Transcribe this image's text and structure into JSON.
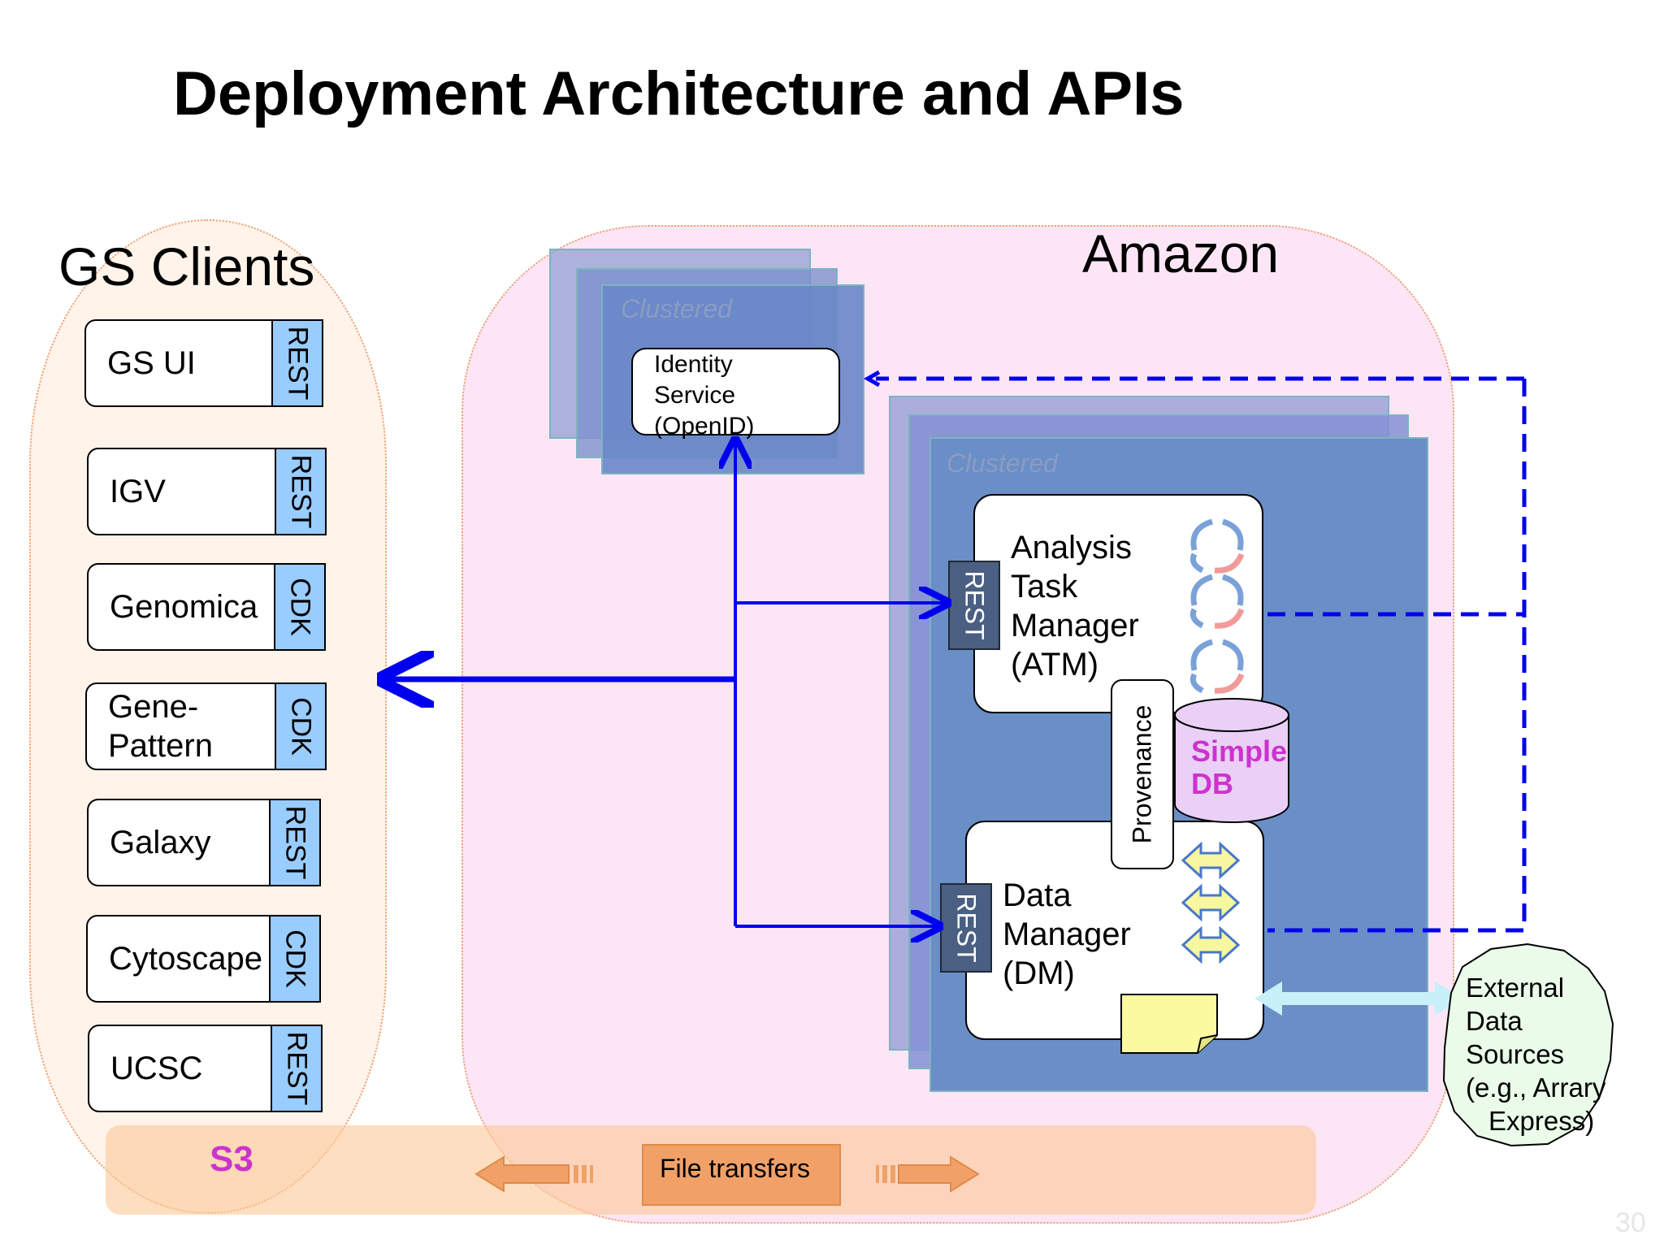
{
  "title": "Deployment Architecture and APIs",
  "gs_clients": {
    "label": "GS Clients",
    "clients": [
      {
        "name": "GS UI",
        "api": "REST"
      },
      {
        "name": "IGV",
        "api": "REST"
      },
      {
        "name": "Genomica",
        "api": "CDK"
      },
      {
        "name": "Gene-\nPattern",
        "api": "CDK"
      },
      {
        "name": "Galaxy",
        "api": "REST"
      },
      {
        "name": "Cytoscape",
        "api": "CDK"
      },
      {
        "name": "UCSC",
        "api": "REST"
      }
    ]
  },
  "amazon": {
    "label": "Amazon",
    "identity_cluster": {
      "clustered_label": "Clustered",
      "service_lines": [
        "Identity",
        "Service",
        "(OpenID)"
      ]
    },
    "main_cluster": {
      "clustered_label": "Clustered",
      "atm": {
        "lines": [
          "Analysis",
          "Task",
          "Manager",
          "(ATM)"
        ],
        "api": "REST"
      },
      "dm": {
        "lines": [
          "Data",
          "Manager",
          "(DM)"
        ],
        "api": "REST"
      },
      "provenance": "Provenance",
      "simpledb": {
        "line1": "Simple",
        "line2": "DB"
      }
    }
  },
  "s3": {
    "label": "S3",
    "file_transfers": "File transfers"
  },
  "external": {
    "lines": [
      "External",
      "Data",
      "Sources",
      "(e.g., Arrary",
      "Express)"
    ]
  },
  "page_number": "30",
  "colors": {
    "arrow_blue": "#0000ee",
    "api_tab": "#99ccff",
    "cluster_fill": "#6c8cc4",
    "s3_label": "#cc33cc",
    "simpledb_fill": "#ead0f7"
  }
}
